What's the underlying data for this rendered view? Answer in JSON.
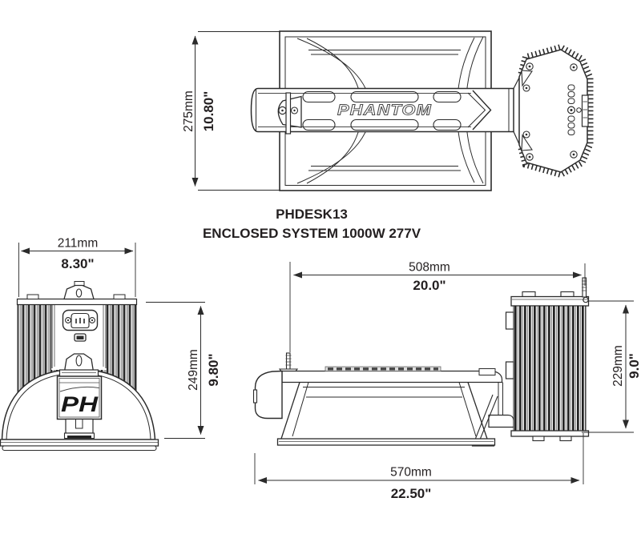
{
  "product": {
    "model": "PHDESK13",
    "name": "ENCLOSED SYSTEM 1000W 277V"
  },
  "branding": {
    "logo": "PHANTOM",
    "badge": "PH"
  },
  "dimensions": {
    "top_view_height": {
      "mm": "275mm",
      "in": "10.80\""
    },
    "front_view_width": {
      "mm": "211mm",
      "in": "8.30\""
    },
    "front_view_height": {
      "mm": "249mm",
      "in": "9.80\""
    },
    "side_view_mount": {
      "mm": "508mm",
      "in": "20.0\""
    },
    "side_view_height": {
      "mm": "229mm",
      "in": "9.0\""
    },
    "side_view_overall": {
      "mm": "570mm",
      "in": "22.50\""
    }
  },
  "colors": {
    "line": "#2b2b2b",
    "background": "#ffffff"
  }
}
